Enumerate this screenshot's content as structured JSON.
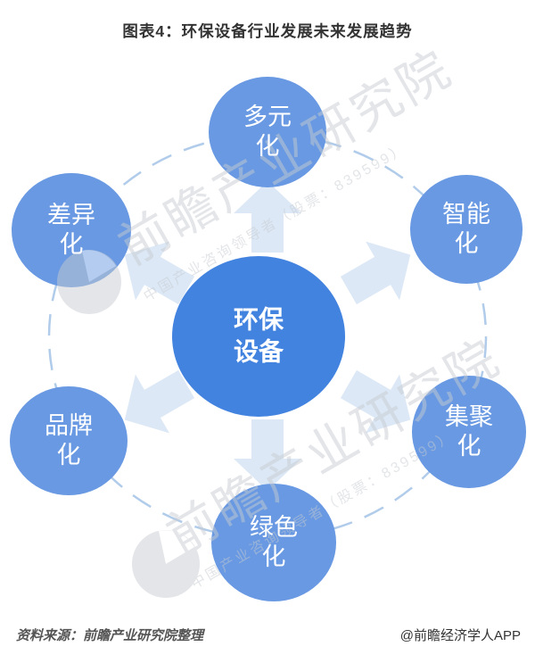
{
  "title": "图表4：环保设备行业发展未来发展趋势",
  "colors": {
    "center_node": "#4283e0",
    "outer_node": "#6999e2",
    "arrow": "#dce8f6",
    "dashed_ring": "#a9c6e8",
    "node_text": "#ffffff",
    "watermark": "#c6cbd1"
  },
  "diagram": {
    "center": {
      "label": "环保设备",
      "line1": "环保",
      "line2": "设备"
    },
    "nodes": [
      {
        "label": "多元化",
        "line1": "多元",
        "line2": "化",
        "position": "top"
      },
      {
        "label": "智能化",
        "line1": "智能",
        "line2": "化",
        "position": "top-right"
      },
      {
        "label": "集聚化",
        "line1": "集聚",
        "line2": "化",
        "position": "bottom-right"
      },
      {
        "label": "绿色化",
        "line1": "绿色",
        "line2": "化",
        "position": "bottom"
      },
      {
        "label": "品牌化",
        "line1": "品牌",
        "line2": "化",
        "position": "bottom-left"
      },
      {
        "label": "差异化",
        "line1": "差异",
        "line2": "化",
        "position": "top-left"
      }
    ]
  },
  "watermark": {
    "big_text": "前瞻产业研究院",
    "small_text": "中国产业咨询领导者（股票：839599）"
  },
  "footer": {
    "source": "资料来源：前瞻产业研究院整理",
    "attribution": "@前瞻经济学人APP"
  }
}
